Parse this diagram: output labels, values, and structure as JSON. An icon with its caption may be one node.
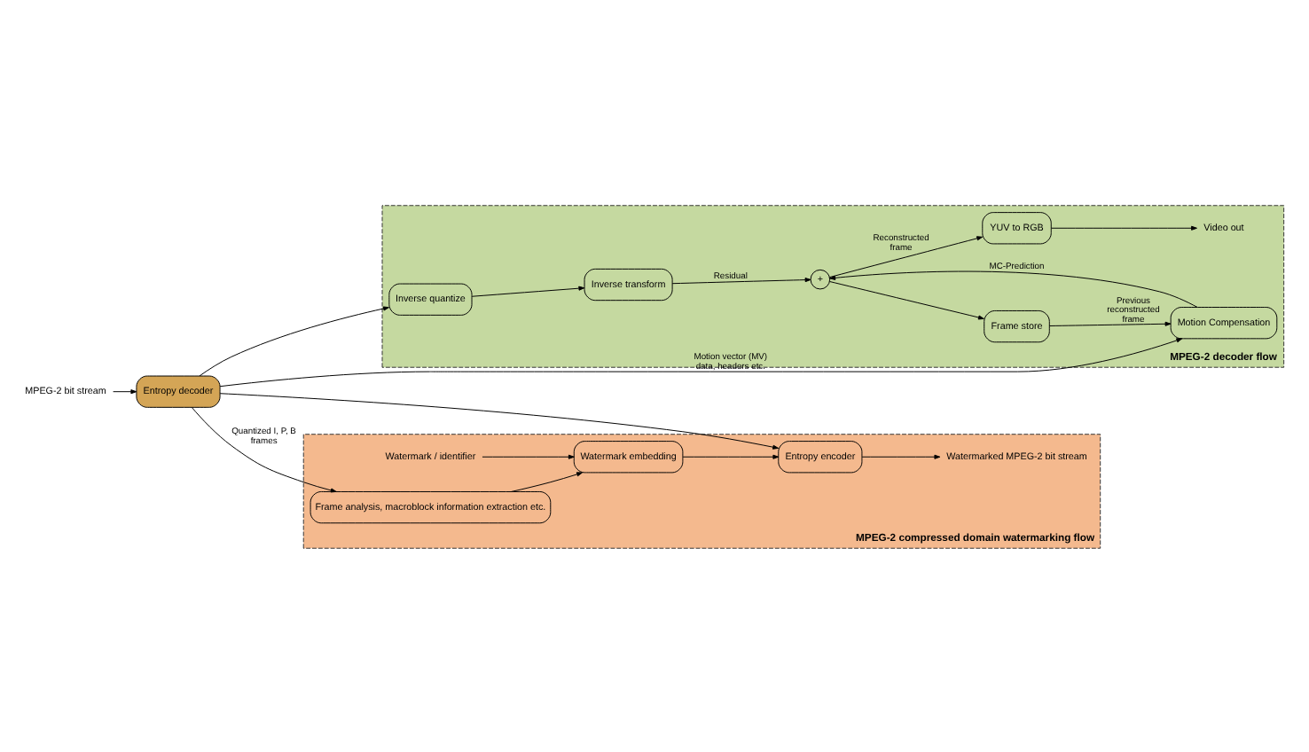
{
  "diagram": {
    "nodes": [
      {
        "text": [
          "MPEG-2 decoder flow"
        ]
      },
      {
        "text": [
          "MPEG-2 compressed domain watermarking flow"
        ]
      },
      {
        "text": [
          "MPEG-2 bit stream"
        ]
      },
      {
        "text": [
          "Entropy decoder"
        ]
      },
      {
        "text": [
          "Inverse quantize"
        ],
        "in": 0
      },
      {
        "text": [
          "Inverse transform"
        ],
        "in": 0
      },
      {
        "text": [
          "+"
        ],
        "in": 0
      },
      {
        "text": [
          "YUV to RGB"
        ],
        "in": 0
      },
      {
        "text": [
          "Video out"
        ],
        "in": 0
      },
      {
        "text": [
          "Frame store"
        ],
        "in": 0
      },
      {
        "text": [
          "Motion Compensation"
        ],
        "in": 0
      },
      {
        "text": [
          "Frame analysis, macroblock information extraction etc."
        ],
        "in": 1
      },
      {
        "text": [
          "Watermark / identifier"
        ],
        "in": 1
      },
      {
        "text": [
          "Watermark embedding"
        ],
        "in": 1
      },
      {
        "text": [
          "Entropy encoder"
        ],
        "in": 1
      },
      {
        "text": [
          "Watermarked MPEG-2 bit stream"
        ],
        "in": 1
      }
    ],
    "edges": [
      {
        "from": 2,
        "to": 3,
        "arrow": "to"
      },
      {
        "from": 3,
        "to": 4,
        "arrow": "to"
      },
      {
        "from": 4,
        "to": 5,
        "arrow": "to"
      },
      {
        "from": 5,
        "to": 6,
        "arrow": "to",
        "label": "Residual"
      },
      {
        "from": 6,
        "to": 7,
        "arrow": "to",
        "label": "Reconstructed frame"
      },
      {
        "from": 7,
        "to": 8,
        "arrow": "to"
      },
      {
        "from": 6,
        "to": 9,
        "arrow": "to"
      },
      {
        "from": 9,
        "to": 10,
        "arrow": "to",
        "label": "Previous reconstructed frame"
      },
      {
        "from": 10,
        "to": 6,
        "arrow": "to",
        "label": "MC-Prediction"
      },
      {
        "from": 3,
        "to": 10,
        "arrow": "to",
        "label": "Motion vector (MV) data, headers etc."
      },
      {
        "from": 3,
        "to": 11,
        "arrow": "to",
        "label": "Quantized I, P, B frames"
      },
      {
        "from": 3,
        "to": 14,
        "arrow": "to"
      },
      {
        "from": 12,
        "to": 13,
        "arrow": "to"
      },
      {
        "from": 11,
        "to": 13,
        "arrow": "to"
      },
      {
        "from": 13,
        "to": 14,
        "arrow": "to"
      },
      {
        "from": 14,
        "to": 15,
        "arrow": "to"
      }
    ]
  }
}
